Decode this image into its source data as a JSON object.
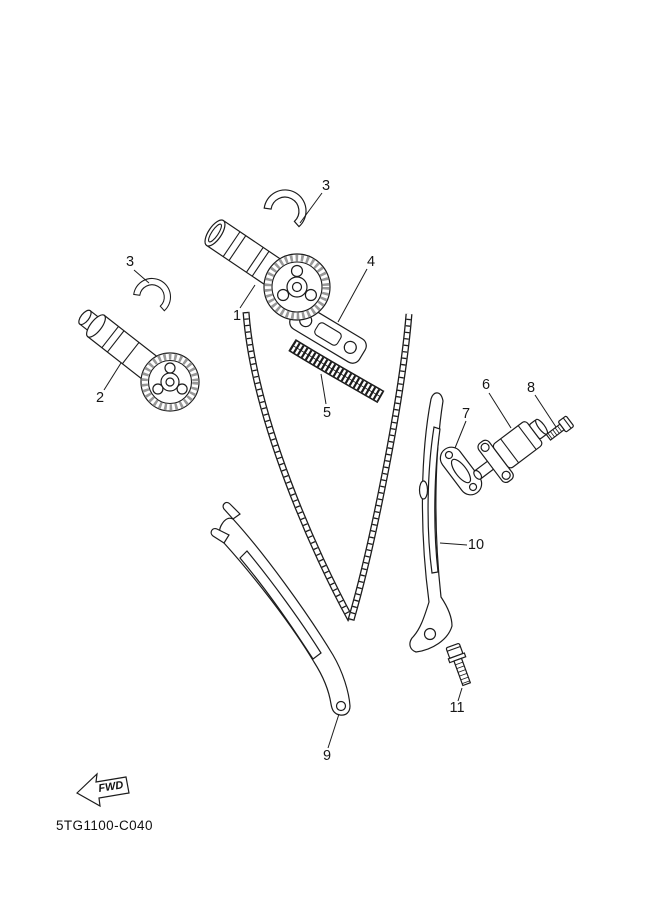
{
  "diagram": {
    "code": "5TG1100-C040",
    "fwd_label": "FWD",
    "ink_color": "#1c1c1c",
    "background_color": "#ffffff",
    "callouts": {
      "c1": "1",
      "c2": "2",
      "c3a": "3",
      "c3b": "3",
      "c4": "4",
      "c5": "5",
      "c6": "6",
      "c7": "7",
      "c8": "8",
      "c9": "9",
      "c10": "10",
      "c11": "11"
    }
  }
}
